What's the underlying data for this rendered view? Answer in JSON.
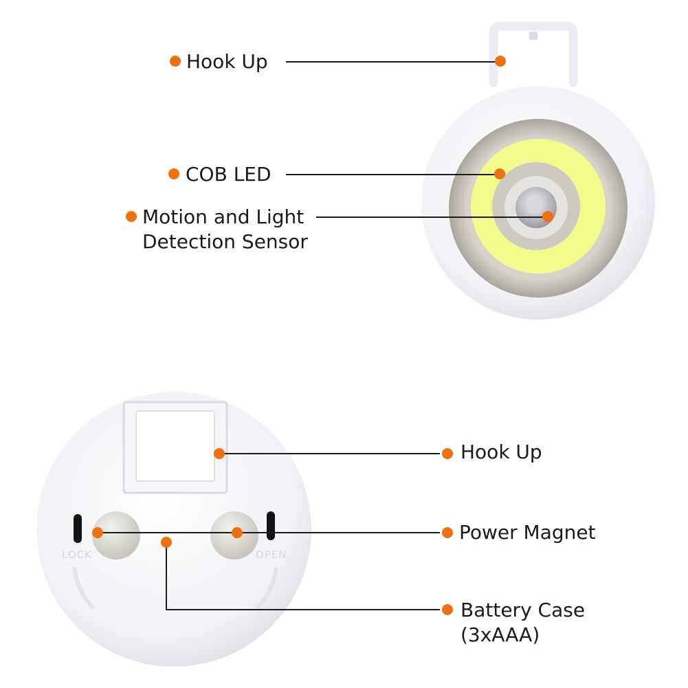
{
  "colors": {
    "accent": "#f07010",
    "leader": "#1a1a1a",
    "cob": "#f3fa8c",
    "ring": "#c9c6bd",
    "housing": "#efeff4"
  },
  "top_view": {
    "hook_label": "Hook Up",
    "cob_label": "COB LED",
    "sensor_label_line1": "Motion and Light",
    "sensor_label_line2": "Detection Sensor"
  },
  "bottom_view": {
    "hook_label": "Hook Up",
    "magnet_label": "Power Magnet",
    "battery_label_line1": "Battery Case",
    "battery_label_line2": "(3xAAA)",
    "lock_text": "LOCK",
    "open_text": "OPEN"
  }
}
